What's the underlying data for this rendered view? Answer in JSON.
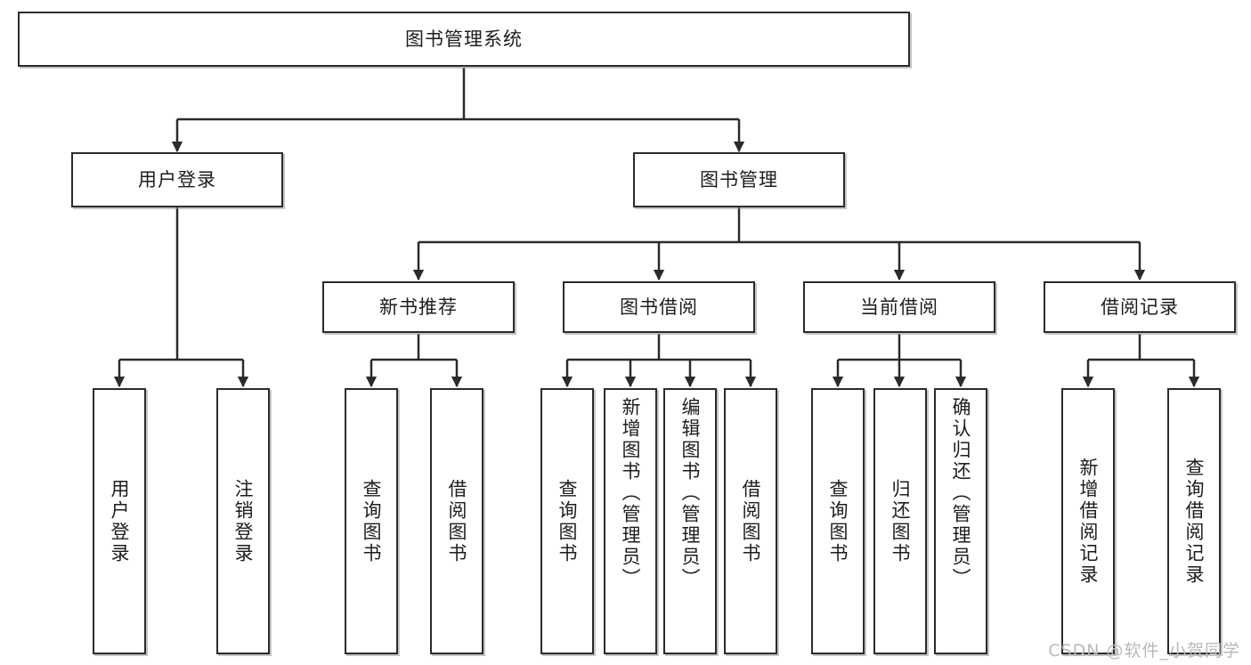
{
  "diagram": {
    "type": "tree-hierarchy",
    "title": "图书管理系统",
    "watermark": "CSDN @软件_小贺同学",
    "colors": {
      "box_border": "#2b2b2b",
      "box_fill": "#ffffff",
      "connector": "#2b2b2b",
      "text": "#1d1d1d",
      "watermark": "#b9b9b9",
      "background": "#ffffff"
    },
    "levels": {
      "root": {
        "label": "图书管理系统"
      },
      "level2": [
        {
          "label": "用户登录"
        },
        {
          "label": "图书管理"
        }
      ],
      "level3": [
        {
          "label": "新书推荐"
        },
        {
          "label": "图书借阅"
        },
        {
          "label": "当前借阅"
        },
        {
          "label": "借阅记录"
        }
      ],
      "leaves": {
        "user_login": [
          {
            "label": "用户登录"
          },
          {
            "label": "注销登录"
          }
        ],
        "new_book_recommend": [
          {
            "label": "查询图书"
          },
          {
            "label": "借阅图书"
          }
        ],
        "book_borrow": [
          {
            "label": "查询图书"
          },
          {
            "label": "新增图书（管理员）"
          },
          {
            "label": "编辑图书（管理员）"
          },
          {
            "label": "借阅图书"
          }
        ],
        "current_borrow": [
          {
            "label": "查询图书"
          },
          {
            "label": "归还图书"
          },
          {
            "label": "确认归还（管理员）"
          }
        ],
        "borrow_record": [
          {
            "label": "新增借阅记录"
          },
          {
            "label": "查询借阅记录"
          }
        ]
      }
    }
  }
}
